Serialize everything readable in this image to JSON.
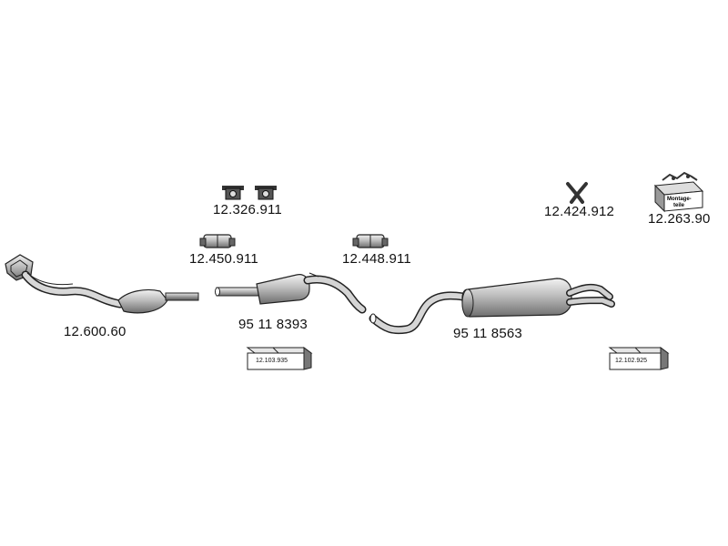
{
  "parts": {
    "catalyst_front_pipe": "12.600.60",
    "middle_silencer": "95 11 8393",
    "rear_silencer": "95 11 8563",
    "rubber_mounts": "12.326.911",
    "clamp_front": "12.450.911",
    "clamp_rear": "12.448.911",
    "y_hanger": "12.424.912",
    "mounting_kit": "12.263.90",
    "kit_box_front": "12.103.935",
    "kit_box_rear": "12.102.925"
  },
  "mounting_kit_label": {
    "line1": "Montage-",
    "line2": "teile"
  }
}
